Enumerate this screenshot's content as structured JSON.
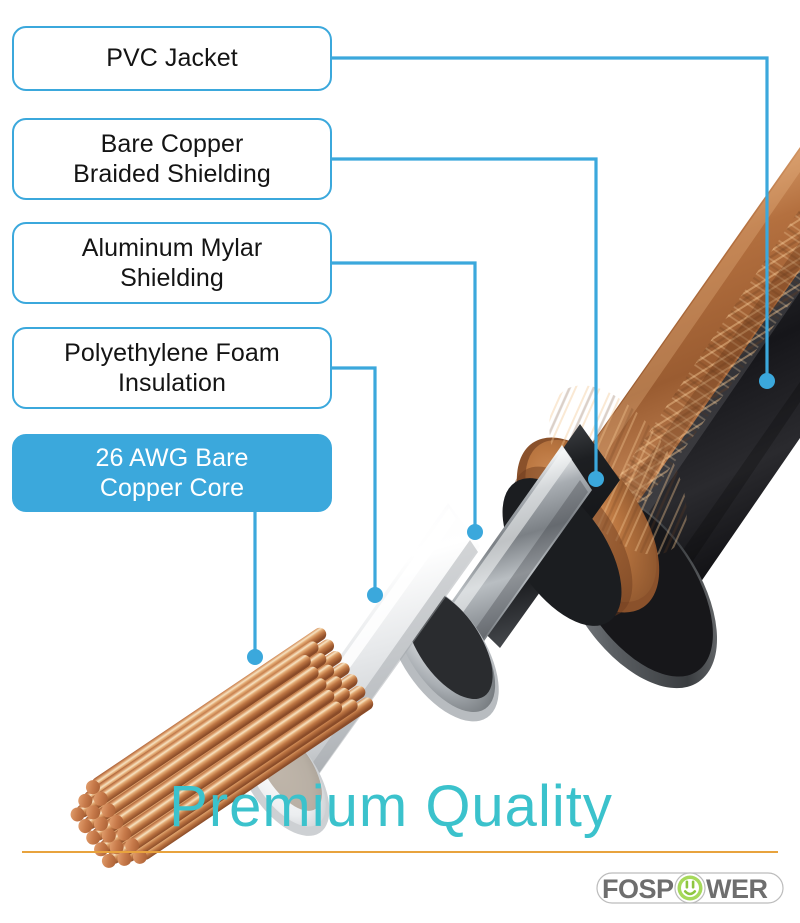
{
  "image": {
    "type": "product-infographic",
    "subject": "Coaxial cable cutaway cross-section",
    "background_color": "#ffffff"
  },
  "colors": {
    "accent_blue": "#3BA8DC",
    "callout_border": "#3BA8DC",
    "callout_text": "#141414",
    "callout_filled_text": "#ffffff",
    "tagline_teal": "#3BC2CC",
    "rule_orange": "#E8A33D",
    "jacket_black": "#1e1e20",
    "braid_copper": "#B5703C",
    "mylar_silver": "#9EA3A7",
    "foam_white": "#F2F3F4",
    "copper_core": "#C9825A",
    "logo_gray": "#6E6E6E",
    "logo_green": "#8DC63F"
  },
  "callouts": [
    {
      "id": "pvc-jacket",
      "lines": [
        "PVC Jacket"
      ],
      "style": "outline",
      "points_to": "outer black jacket"
    },
    {
      "id": "bare-copper-braided-shielding",
      "lines": [
        "Bare Copper",
        "Braided Shielding"
      ],
      "style": "outline",
      "points_to": "copper braid layer"
    },
    {
      "id": "aluminum-mylar-shielding",
      "lines": [
        "Aluminum Mylar",
        "Shielding"
      ],
      "style": "outline",
      "points_to": "silver foil layer"
    },
    {
      "id": "polyethylene-foam-insulation",
      "lines": [
        "Polyethylene Foam",
        "Insulation"
      ],
      "style": "outline",
      "points_to": "white foam dielectric"
    },
    {
      "id": "26-awg-bare-copper-core",
      "lines": [
        "26 AWG Bare",
        "Copper Core"
      ],
      "style": "filled",
      "points_to": "stranded copper conductor"
    }
  ],
  "tagline": {
    "text": "Premium Quality"
  },
  "brand": {
    "name": "FOSPOWER",
    "name_part_1": "FOSP",
    "name_part_2": "WER",
    "mark": "smiley-plug-icon"
  }
}
